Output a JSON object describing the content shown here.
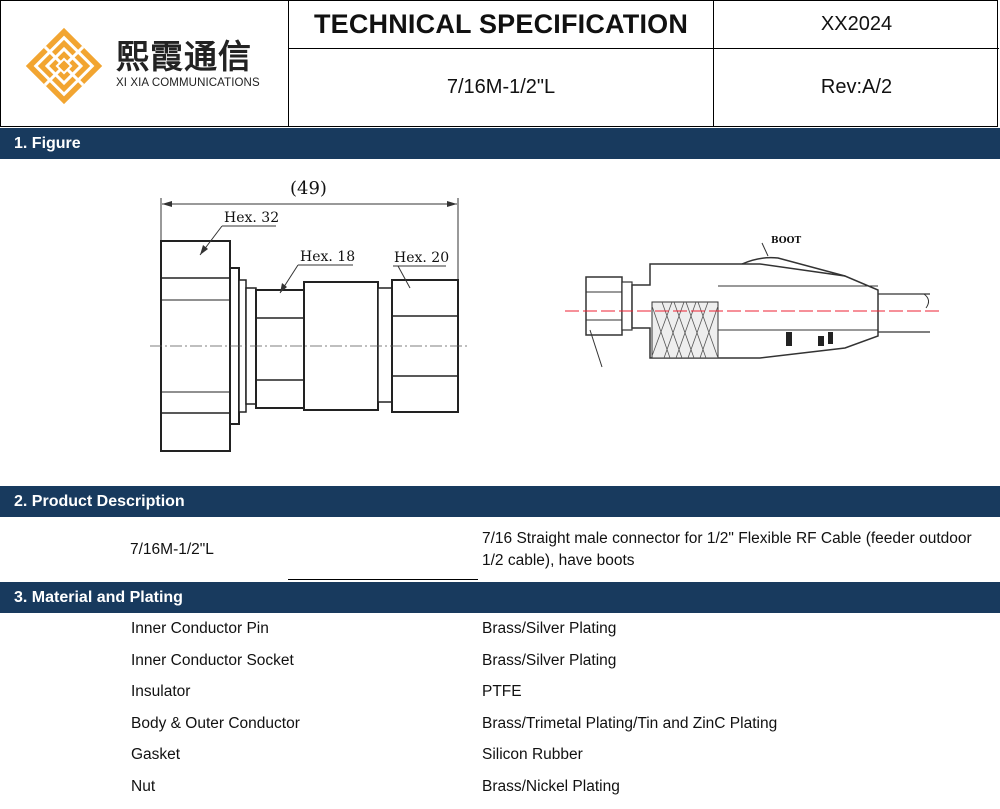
{
  "header": {
    "company_cn": "熙霞通信",
    "company_en": "XI XIA COMMUNICATIONS",
    "title": "TECHNICAL SPECIFICATION",
    "doc_no": "XX2024",
    "model": "7/16M-1/2\"L",
    "revision": "Rev:A/2"
  },
  "sections": {
    "figure": "1. Figure",
    "description": "2.  Product Description",
    "material": "3. Material and Plating"
  },
  "figure": {
    "length_label": "(49)",
    "hex_large": "Hex. 32",
    "hex_mid": "Hex. 18",
    "hex_small": "Hex. 20",
    "boot_label": "BOOT"
  },
  "description": {
    "model": "7/16M-1/2\"L",
    "text": "7/16 Straight male connector for 1/2\" Flexible RF Cable (feeder outdoor 1/2 cable), have boots"
  },
  "materials": [
    {
      "part": "Inner Conductor Pin",
      "material": "Brass/Silver Plating"
    },
    {
      "part": "Inner Conductor Socket",
      "material": "Brass/Silver Plating"
    },
    {
      "part": "Insulator",
      "material": "PTFE"
    },
    {
      "part": "Body & Outer Conductor",
      "material": "Brass/Trimetal Plating/Tin and ZinC Plating"
    },
    {
      "part": "Gasket",
      "material": "Silicon Rubber"
    },
    {
      "part": "Nut",
      "material": "Brass/Nickel Plating"
    }
  ],
  "colors": {
    "section_bar": "#183a5e",
    "logo_orange": "#f2a531"
  }
}
